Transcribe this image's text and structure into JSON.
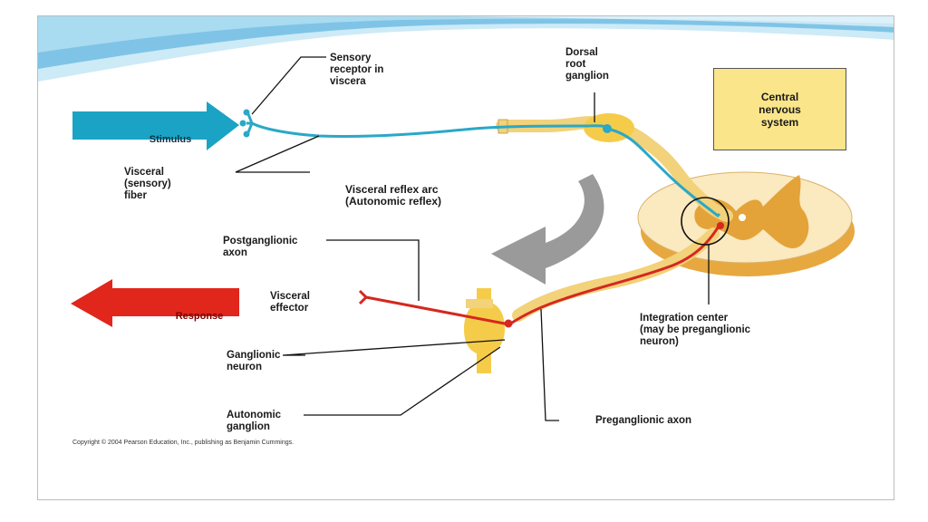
{
  "colors": {
    "stimulus": "#1aa3c4",
    "response": "#e1261c",
    "sensory_fiber": "#2aa8c7",
    "motor_fiber": "#d5281f",
    "nerve_tan": "#f2d27a",
    "ganglion": "#f5cc4a",
    "spinal_white": "#fbe9bf",
    "spinal_grey": "#e7a83f",
    "cns_box": "#fbe58a",
    "curved_arrow": "#9a9a9a"
  },
  "labels": {
    "stimulus": "Stimulus",
    "response": "Response",
    "sensory_receptor": "Sensory\nreceptor in\nviscera",
    "dorsal_root_ganglion": "Dorsal\nroot\nganglion",
    "cns": "Central\nnervous\nsystem",
    "visceral_fiber": "Visceral\n(sensory)\nfiber",
    "reflex_arc": "Visceral reflex arc\n(Autonomic reflex)",
    "postganglionic_axon": "Postganglionic\naxon",
    "visceral_effector": "Visceral\neffector",
    "integration_center": "Integration center\n(may be preganglionic\nneuron)",
    "ganglionic_neuron": "Ganglionic\nneuron",
    "autonomic_ganglion": "Autonomic\nganglion",
    "preganglionic_axon": "Preganglionic axon",
    "copyright": "Copyright © 2004 Pearson Education, Inc., publishing as Benjamin Cummings."
  }
}
